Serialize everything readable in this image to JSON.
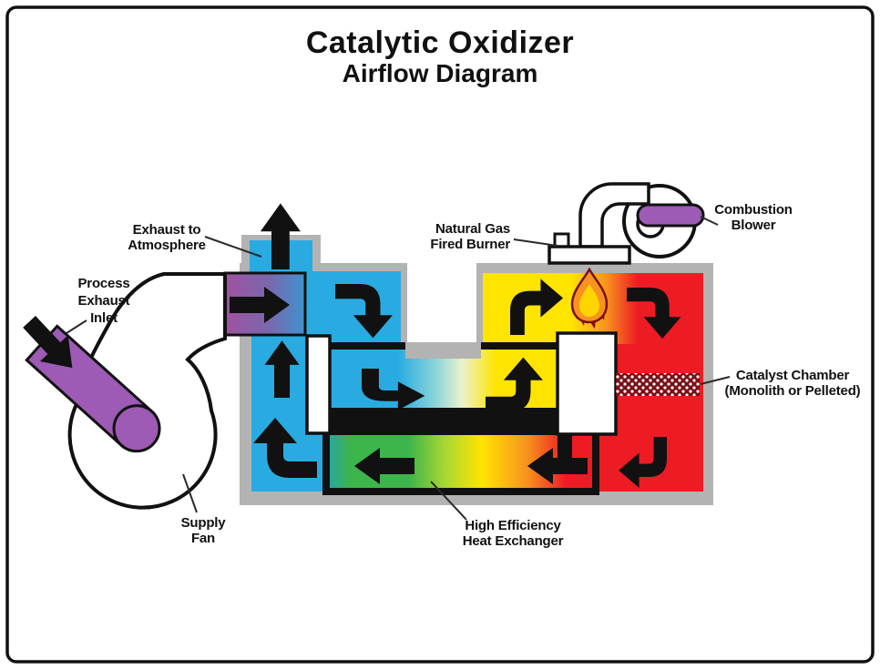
{
  "title": {
    "main": "Catalytic Oxidizer",
    "subtitle": "Airflow Diagram"
  },
  "labels": {
    "exhaust_to_atmosphere": {
      "line1": "Exhaust to",
      "line2": "Atmosphere"
    },
    "process_exhaust_inlet": {
      "line1": "Process",
      "line2": "Exhaust",
      "line3": "Inlet"
    },
    "supply_fan": {
      "line1": "Supply",
      "line2": "Fan"
    },
    "natural_gas_burner": {
      "line1": "Natural Gas",
      "line2": "Fired Burner"
    },
    "combustion_blower": {
      "line1": "Combustion",
      "line2": "Blower"
    },
    "catalyst_chamber": {
      "line1": "Catalyst Chamber",
      "line2": "(Monolith or Pelleted)"
    },
    "heat_exchanger": {
      "line1": "High Efficiency",
      "line2": "Heat Exchanger"
    }
  },
  "colors": {
    "blue": "#29abe2",
    "purple": "#9d5bb5",
    "inlet_purple": "#a1519f",
    "inlet_mid": "#7968ae",
    "inlet_blue": "#3f93cf",
    "yellow": "#ffe400",
    "orange": "#f7941d",
    "red": "#ed1c24",
    "green": "#3cb54a",
    "teal": "#29a99b",
    "lime": "#a8d832",
    "pale_cyan": "#8fd6d8",
    "pale_yellow": "#eaf2cc",
    "body_gray": "#b3b3b3",
    "ink": "#111111",
    "catalyst_dark": "#7a1016",
    "flame_orange": "#f7931e",
    "flame_yellow": "#ffd500",
    "flame_drip": "#8b1016",
    "white": "#ffffff"
  }
}
